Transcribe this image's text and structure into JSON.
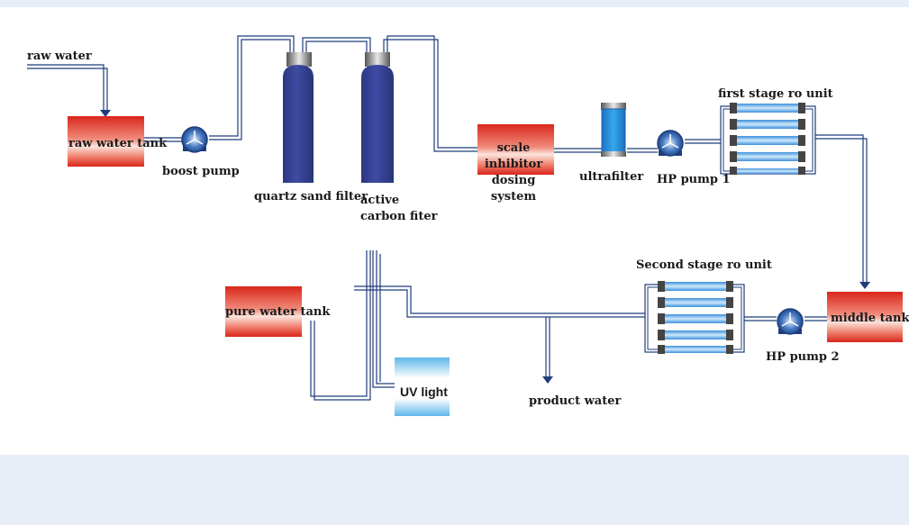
{
  "diagram": {
    "labels": {
      "raw_water": "raw water",
      "raw_water_tank": "raw water tank",
      "boost_pump": "boost pump",
      "quartz_sand_filter": "quartz sand filter",
      "active_carbon_filter": "active carbon fiter",
      "scale_inhibitor": "scale inhibitor dosing system",
      "ultrafilter": "ultrafilter",
      "hp_pump_1": "HP pump 1",
      "first_stage_ro": "first stage ro unit",
      "second_stage_ro": "Second stage ro unit",
      "middle_tank": "middle tank",
      "hp_pump_2": "HP pump 2",
      "pure_water_tank": "pure water tank",
      "uv_light": "UV light",
      "product_water": "product water"
    },
    "colors": {
      "pipe": "#1f3d7a",
      "tank_red": "#e0301f",
      "filter_vessel": "#313f8c",
      "membrane_blue": "#4aa3e8",
      "pump_blue": "#2a5fa8",
      "background_band": "#e8eef7"
    }
  }
}
